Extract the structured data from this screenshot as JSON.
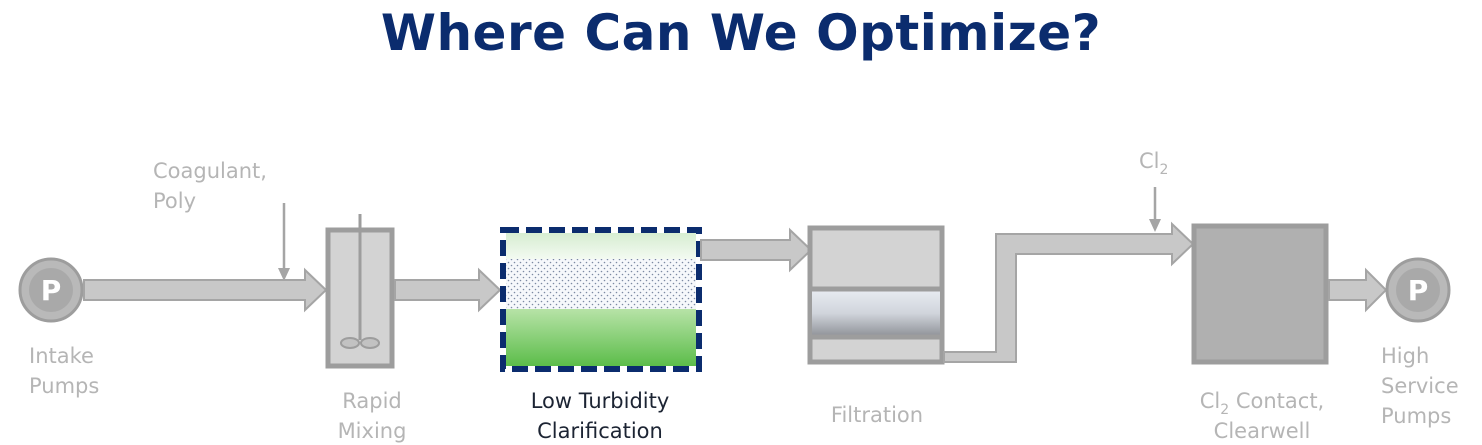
{
  "title": "Where Can We Optimize?",
  "pump_symbol": "P",
  "stages": {
    "intake": {
      "line1": "Intake",
      "line2": "Pumps"
    },
    "chemicals": {
      "line1": "Coagulant,",
      "line2": "Poly"
    },
    "rapid_mixing": {
      "line1": "Rapid",
      "line2": "Mixing"
    },
    "clarification": {
      "line1": "Low Turbidity",
      "line2": "Clarification"
    },
    "filtration": {
      "line1": "Filtration"
    },
    "chlorine": {
      "prefix": "Cl",
      "sub": "2"
    },
    "contact": {
      "prefix": "Cl",
      "sub": "2",
      "suffix": " Contact,",
      "line2": "Clearwell"
    },
    "high_service": {
      "line1": "High",
      "line2": "Service",
      "line3": "Pumps"
    }
  },
  "colors": {
    "title": "#0b2c6e",
    "highlight_border": "#0b2c6e",
    "pipe": "#c8c8c8",
    "label_muted": "#b5b5b5",
    "label_active": "#1c2433"
  }
}
